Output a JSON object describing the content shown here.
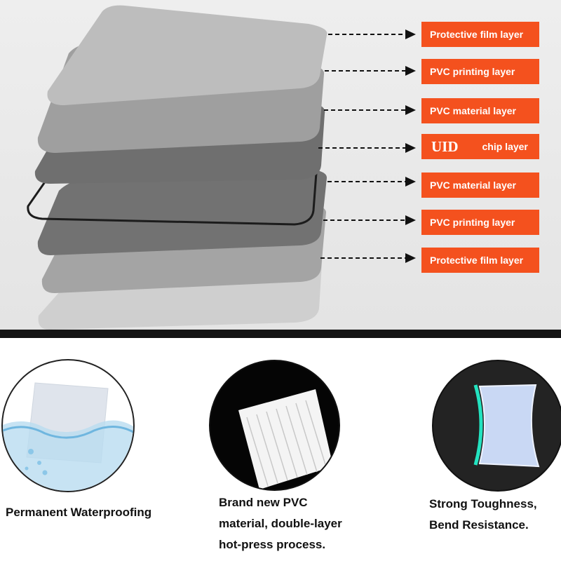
{
  "diagram": {
    "layers": [
      {
        "label": "Protective film layer",
        "tone": "#b9b9b9"
      },
      {
        "label": "PVC printing layer",
        "tone": "#a2a2a2"
      },
      {
        "label": "PVC material layer",
        "tone": "#7b7b7b"
      },
      {
        "label_prefix": "UID",
        "label": "chip layer",
        "tone": "#1c1c1c"
      },
      {
        "label": "PVC material layer",
        "tone": "#777777"
      },
      {
        "label": "PVC printing layer",
        "tone": "#8f8f8f"
      },
      {
        "label": "Protective film layer",
        "tone": "#b4b4b4"
      }
    ],
    "label_color": "#f4511e",
    "arrow_color": "#111111"
  },
  "features": [
    {
      "caption_lines": [
        "Permanent Waterproofing"
      ],
      "icon": "waterproof-card-icon"
    },
    {
      "caption_lines": [
        "Brand new PVC",
        "material, double-layer",
        "hot-press process."
      ],
      "icon": "pvc-sheets-icon"
    },
    {
      "caption_lines": [
        "Strong Toughness,",
        "Bend Resistance."
      ],
      "icon": "bent-card-icon"
    }
  ]
}
